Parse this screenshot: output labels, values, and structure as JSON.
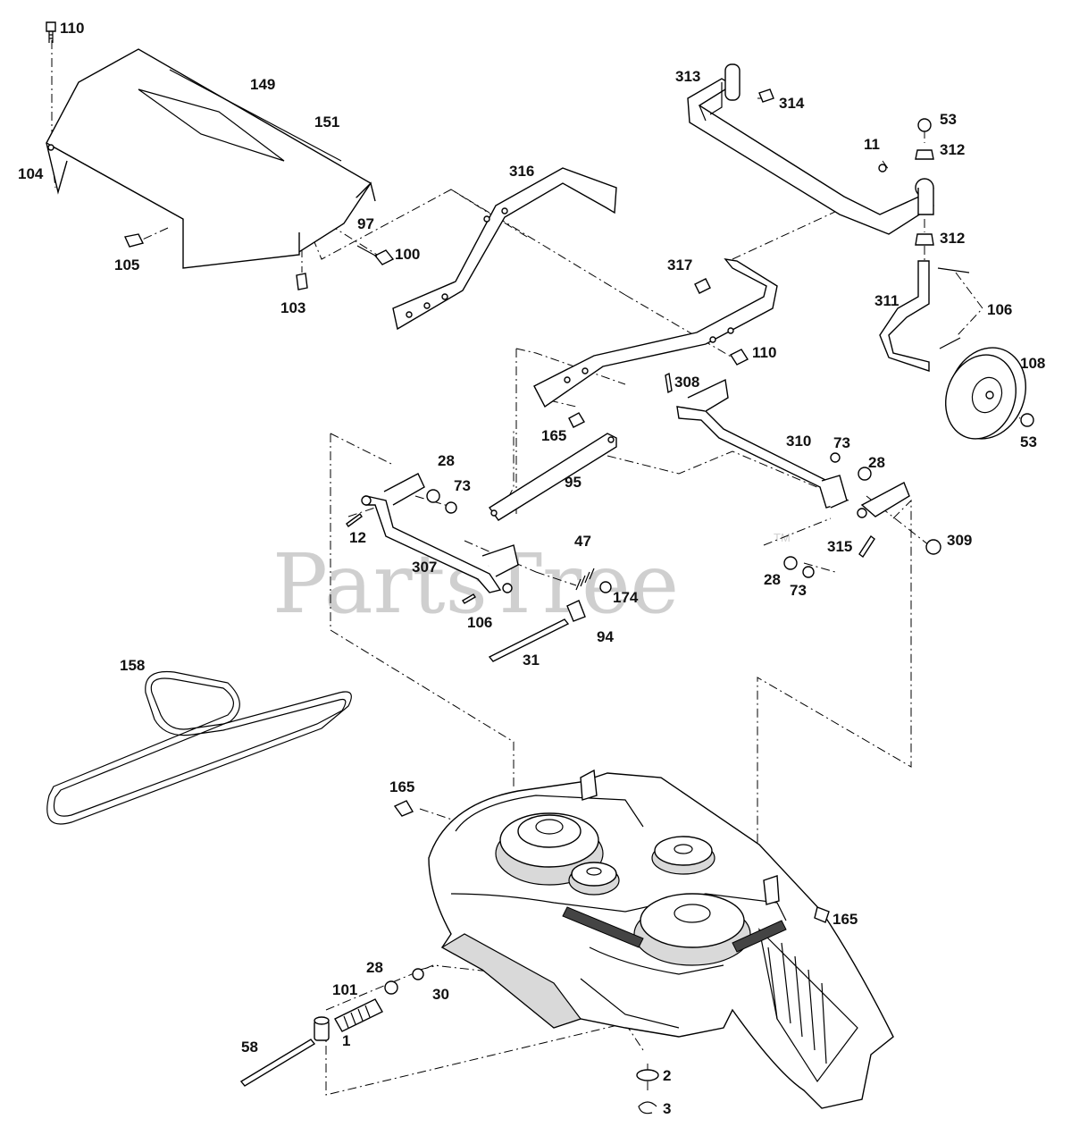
{
  "watermark": {
    "text": "PartsTree",
    "tm": "TM"
  },
  "callouts": [
    {
      "id": "c110a",
      "text": "110"
    },
    {
      "id": "c149",
      "text": "149"
    },
    {
      "id": "c151",
      "text": "151"
    },
    {
      "id": "c104",
      "text": "104"
    },
    {
      "id": "c97",
      "text": "97"
    },
    {
      "id": "c105",
      "text": "105"
    },
    {
      "id": "c100",
      "text": "100"
    },
    {
      "id": "c103",
      "text": "103"
    },
    {
      "id": "c316",
      "text": "316"
    },
    {
      "id": "c313",
      "text": "313"
    },
    {
      "id": "c314",
      "text": "314"
    },
    {
      "id": "c53a",
      "text": "53"
    },
    {
      "id": "c11",
      "text": "11"
    },
    {
      "id": "c312a",
      "text": "312"
    },
    {
      "id": "c312b",
      "text": "312"
    },
    {
      "id": "c317",
      "text": "317"
    },
    {
      "id": "c311",
      "text": "311"
    },
    {
      "id": "c106a",
      "text": "106"
    },
    {
      "id": "c108",
      "text": "108"
    },
    {
      "id": "c110b",
      "text": "110"
    },
    {
      "id": "c308",
      "text": "308"
    },
    {
      "id": "c53b",
      "text": "53"
    },
    {
      "id": "c165a",
      "text": "165"
    },
    {
      "id": "c310",
      "text": "310"
    },
    {
      "id": "c73a",
      "text": "73"
    },
    {
      "id": "c28a",
      "text": "28"
    },
    {
      "id": "c28b",
      "text": "28"
    },
    {
      "id": "c73b",
      "text": "73"
    },
    {
      "id": "c95",
      "text": "95"
    },
    {
      "id": "c12",
      "text": "12"
    },
    {
      "id": "c47",
      "text": "47"
    },
    {
      "id": "c315",
      "text": "315"
    },
    {
      "id": "c309",
      "text": "309"
    },
    {
      "id": "c307",
      "text": "307"
    },
    {
      "id": "c28c",
      "text": "28"
    },
    {
      "id": "c73c",
      "text": "73"
    },
    {
      "id": "c174",
      "text": "174"
    },
    {
      "id": "c106b",
      "text": "106"
    },
    {
      "id": "c94",
      "text": "94"
    },
    {
      "id": "c31",
      "text": "31"
    },
    {
      "id": "c158",
      "text": "158"
    },
    {
      "id": "c165b",
      "text": "165"
    },
    {
      "id": "c165c",
      "text": "165"
    },
    {
      "id": "c28d",
      "text": "28"
    },
    {
      "id": "c101",
      "text": "101"
    },
    {
      "id": "c30",
      "text": "30"
    },
    {
      "id": "c1",
      "text": "1"
    },
    {
      "id": "c58",
      "text": "58"
    },
    {
      "id": "c2",
      "text": "2"
    },
    {
      "id": "c3",
      "text": "3"
    }
  ]
}
